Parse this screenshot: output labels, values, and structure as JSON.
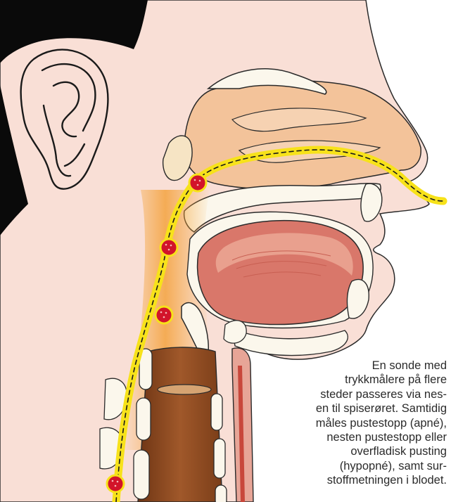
{
  "caption": {
    "lines": [
      "En sonde med",
      "trykkmålere på flere",
      "steder passeres via nes-",
      "en til spiserøret. Samtidig",
      "måles pustestopp (apné),",
      "nesten pustestopp eller",
      "overfladisk pusting",
      "(hypopné), samt sur-",
      "stoffmetningen i blodet."
    ]
  },
  "colors": {
    "skin": "#f9dfd6",
    "hair": "#0a0a0a",
    "nasal_cavity": "#f3c39a",
    "tongue": "#d9776a",
    "tongue_light": "#e9a08e",
    "trachea": "#8c4a22",
    "bone": "#fbf7ec",
    "probe": "#f7e21a",
    "sensor": "#d2142a"
  },
  "icons": [
    "ear-illustration",
    "pressure-sensor-icon",
    "probe-tube"
  ]
}
